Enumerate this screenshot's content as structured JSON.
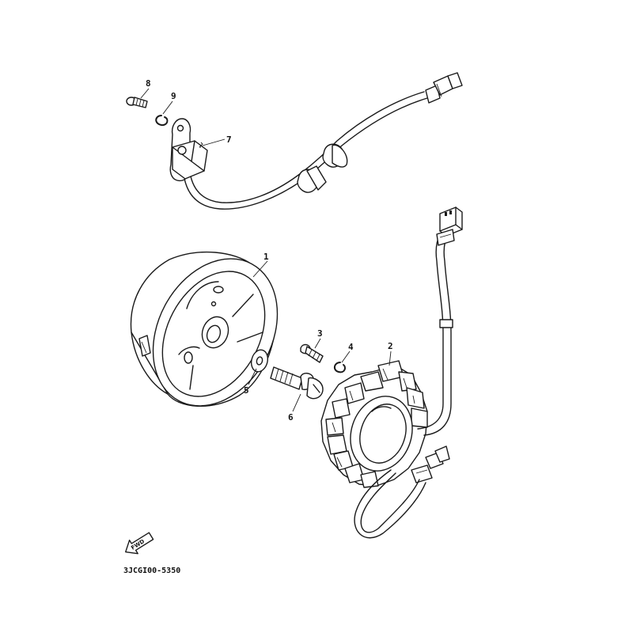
{
  "diagram": {
    "code": "3JCGI00-5350",
    "fwd_label": "FWD",
    "callouts": [
      {
        "id": "1",
        "label": "1"
      },
      {
        "id": "2",
        "label": "2"
      },
      {
        "id": "3",
        "label": "3"
      },
      {
        "id": "4",
        "label": "4"
      },
      {
        "id": "5",
        "label": "5"
      },
      {
        "id": "6",
        "label": "6"
      },
      {
        "id": "7",
        "label": "7"
      },
      {
        "id": "8",
        "label": "8"
      },
      {
        "id": "9",
        "label": "9"
      }
    ]
  }
}
